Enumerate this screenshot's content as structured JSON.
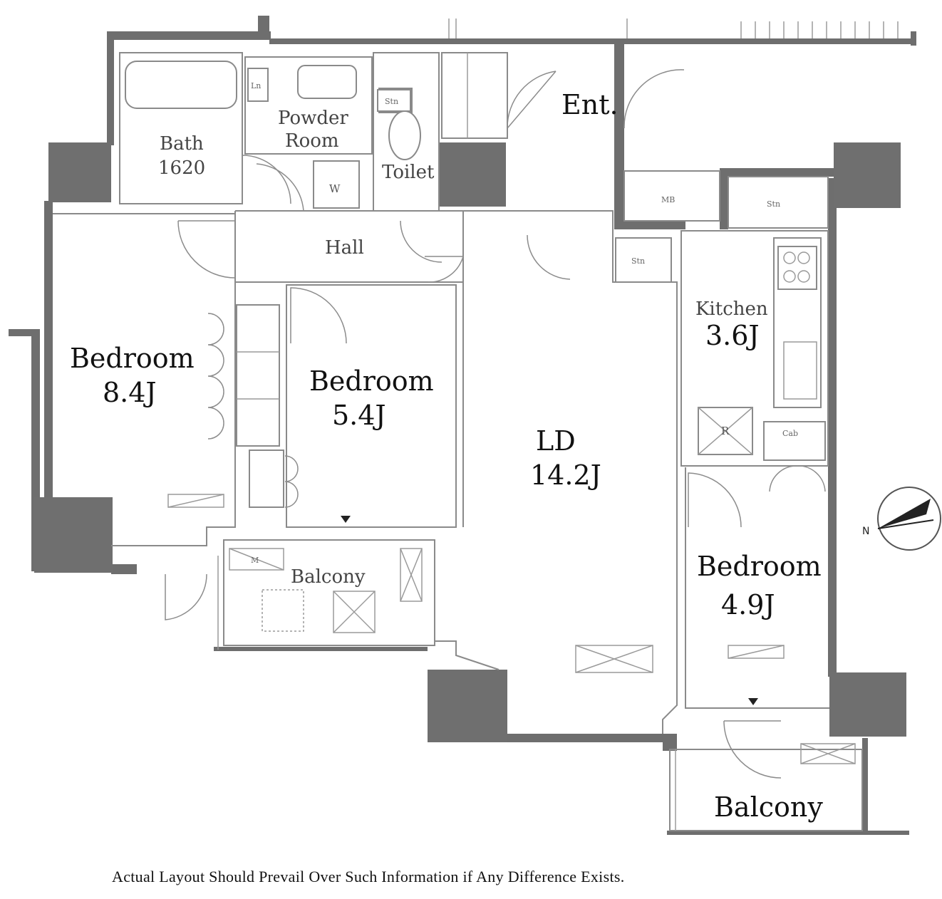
{
  "rooms": {
    "bath": {
      "name": "Bath",
      "size": "1620"
    },
    "powder_room": {
      "line1": "Powder",
      "line2": "Room"
    },
    "toilet": "Toilet",
    "entrance": "Ent.",
    "hall": "Hall",
    "bedroom_west": {
      "name": "Bedroom",
      "size": "8.4J"
    },
    "bedroom_middle": {
      "name": "Bedroom",
      "size": "5.4J"
    },
    "ld": {
      "name": "LD",
      "size": "14.2J"
    },
    "kitchen": {
      "name": "Kitchen",
      "size": "3.6J"
    },
    "bedroom_east": {
      "name": "Bedroom",
      "size": "4.9J"
    },
    "balcony_west": "Balcony",
    "balcony_east": "Balcony"
  },
  "fixtures": {
    "washer": "W",
    "laundry": "Ln",
    "storage": "Stn",
    "mb": "MB",
    "refrigerator": "R",
    "cupboard": "Cab",
    "m_unit": "M"
  },
  "colors": {
    "wall": "#6e6e6e",
    "line": "#8a8a8a",
    "text": "#111111"
  },
  "disclaimer": "Actual Layout Should Prevail Over Such Information if Any Difference Exists."
}
